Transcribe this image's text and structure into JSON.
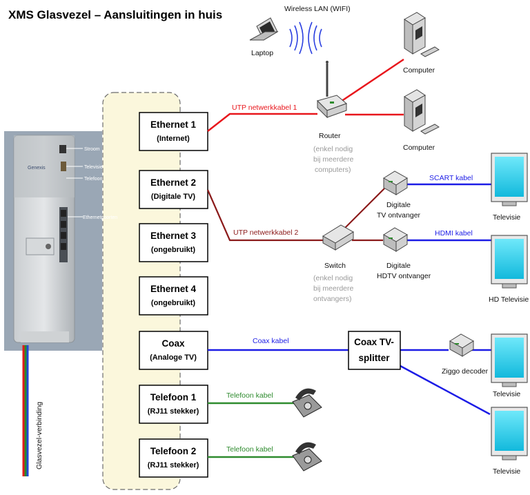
{
  "title": "XMS Glasvezel – Aansluitingen in huis",
  "colors": {
    "utp1": "#e8161c",
    "utp2": "#8b1a1a",
    "blue": "#1c1ce6",
    "green": "#2e8b2e",
    "panel": "#fbf7dc",
    "screen": "#26d7f0"
  },
  "device_labels": [
    "Stroom",
    "Televisie",
    "Telefoon",
    "Ethernetpoorten"
  ],
  "device_brand": "Genexis",
  "fiber_label": "Glasvezel-verbinding",
  "ports": [
    {
      "name": "Ethernet 1",
      "sub": "(Internet)"
    },
    {
      "name": "Ethernet 2",
      "sub": "(Digitale TV)"
    },
    {
      "name": "Ethernet 3",
      "sub": "(ongebruikt)"
    },
    {
      "name": "Ethernet 4",
      "sub": "(ongebruikt)"
    },
    {
      "name": "Coax",
      "sub": "(Analoge TV)"
    },
    {
      "name": "Telefoon 1",
      "sub": "(RJ11 stekker)"
    },
    {
      "name": "Telefoon 2",
      "sub": "(RJ11 stekker)"
    }
  ],
  "cables": {
    "utp1": "UTP netwerkkabel  1",
    "utp2": "UTP netwerkkabel  2",
    "scart": "SCART kabel",
    "hdmi": "HDMI kabel",
    "coax": "Coax kabel",
    "tel1": "Telefoon kabel",
    "tel2": "Telefoon kabel"
  },
  "nodes": {
    "wifi": "Wireless LAN (WIFI)",
    "laptop": "Laptop",
    "computer1": "Computer",
    "computer2": "Computer",
    "router": "Router",
    "router_note": [
      "(enkel nodig",
      "bij meerdere",
      "computers)"
    ],
    "switch": "Switch",
    "switch_note": [
      "(enkel nodig",
      "bij meerdere",
      "ontvangers)"
    ],
    "tv_receiver": [
      "Digitale",
      "TV ontvanger"
    ],
    "hdtv_receiver": [
      "Digitale",
      "HDTV ontvanger"
    ],
    "splitter": [
      "Coax TV-",
      "splitter"
    ],
    "ziggo": "Ziggo decoder",
    "tv1": "Televisie",
    "tv_hd": "HD Televisie",
    "tv2": "Televisie",
    "tv3": "Televisie"
  }
}
